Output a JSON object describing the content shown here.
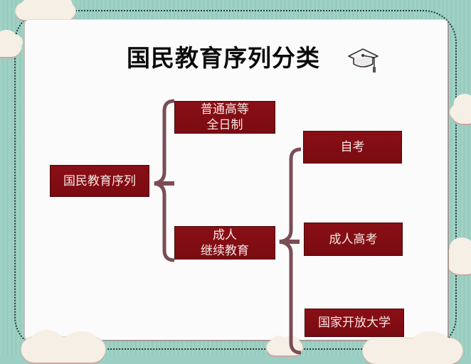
{
  "title": "国民教育序列分类",
  "title_icon": "graduation-cap-icon",
  "colors": {
    "background": "#9ccfc3",
    "panel": "#fbfbfb",
    "node_fill": "#8a0f16",
    "node_text": "#f7e6e3",
    "connector": "#7b4d55",
    "title_text": "#0b0b0b"
  },
  "diagram": {
    "root": {
      "lines": [
        "国民教育序列"
      ]
    },
    "level1": [
      {
        "lines": [
          "普通高等",
          "全日制"
        ]
      },
      {
        "lines": [
          "成人",
          "继续教育"
        ]
      }
    ],
    "level2": [
      {
        "lines": [
          "自考"
        ]
      },
      {
        "lines": [
          "成人高考"
        ]
      },
      {
        "lines": [
          "国家开放大学"
        ]
      }
    ],
    "edges": [
      [
        "国民教育序列",
        "普通高等全日制"
      ],
      [
        "国民教育序列",
        "成人继续教育"
      ],
      [
        "成人继续教育",
        "自考"
      ],
      [
        "成人继续教育",
        "成人高考"
      ],
      [
        "成人继续教育",
        "国家开放大学"
      ]
    ]
  }
}
